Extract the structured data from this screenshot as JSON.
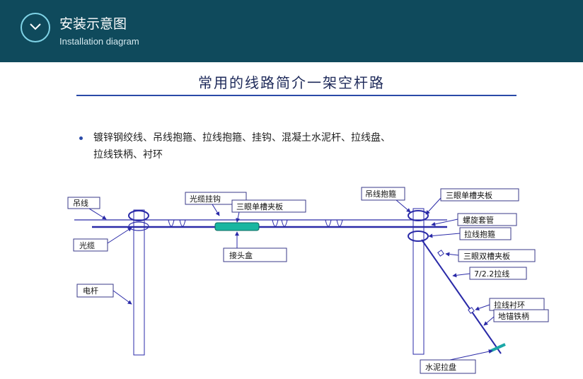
{
  "header": {
    "title_cn": "安装示意图",
    "title_en": "Installation diagram",
    "icon": "chevron-down-icon"
  },
  "slide": {
    "title": "常用的线路简介一架空杆路",
    "bullet_line1": "镀锌钢绞线、吊线抱箍、拉线抱箍、挂钩、混凝土水泥杆、拉线盘、",
    "bullet_line2": "拉线铁柄、衬环"
  },
  "diagram": {
    "labels": {
      "suspension_wire": "吊线",
      "cable_hook": "光缆挂钩",
      "single_clamp_left": "三眼单槽夹板",
      "optical_cable": "光缆",
      "splice_box": "接头盒",
      "pole": "电杆",
      "wire_hoop": "吊线抱箍",
      "single_clamp_right": "三眼单槽夹板",
      "screw_sleeve": "螺旋套管",
      "guy_hoop": "拉线抱箍",
      "double_clamp": "三眼双槽夹板",
      "guy_spec": "7/2.2拉线",
      "guy_thimble": "拉线衬环",
      "anchor_rod": "地锚铁柄",
      "anchor_plate": "水泥拉盘"
    },
    "colors": {
      "wire": "#2a2aa8",
      "box": "#3a3a8a",
      "splice": "#18b6a0",
      "anchor": "#1aa7a7"
    }
  }
}
